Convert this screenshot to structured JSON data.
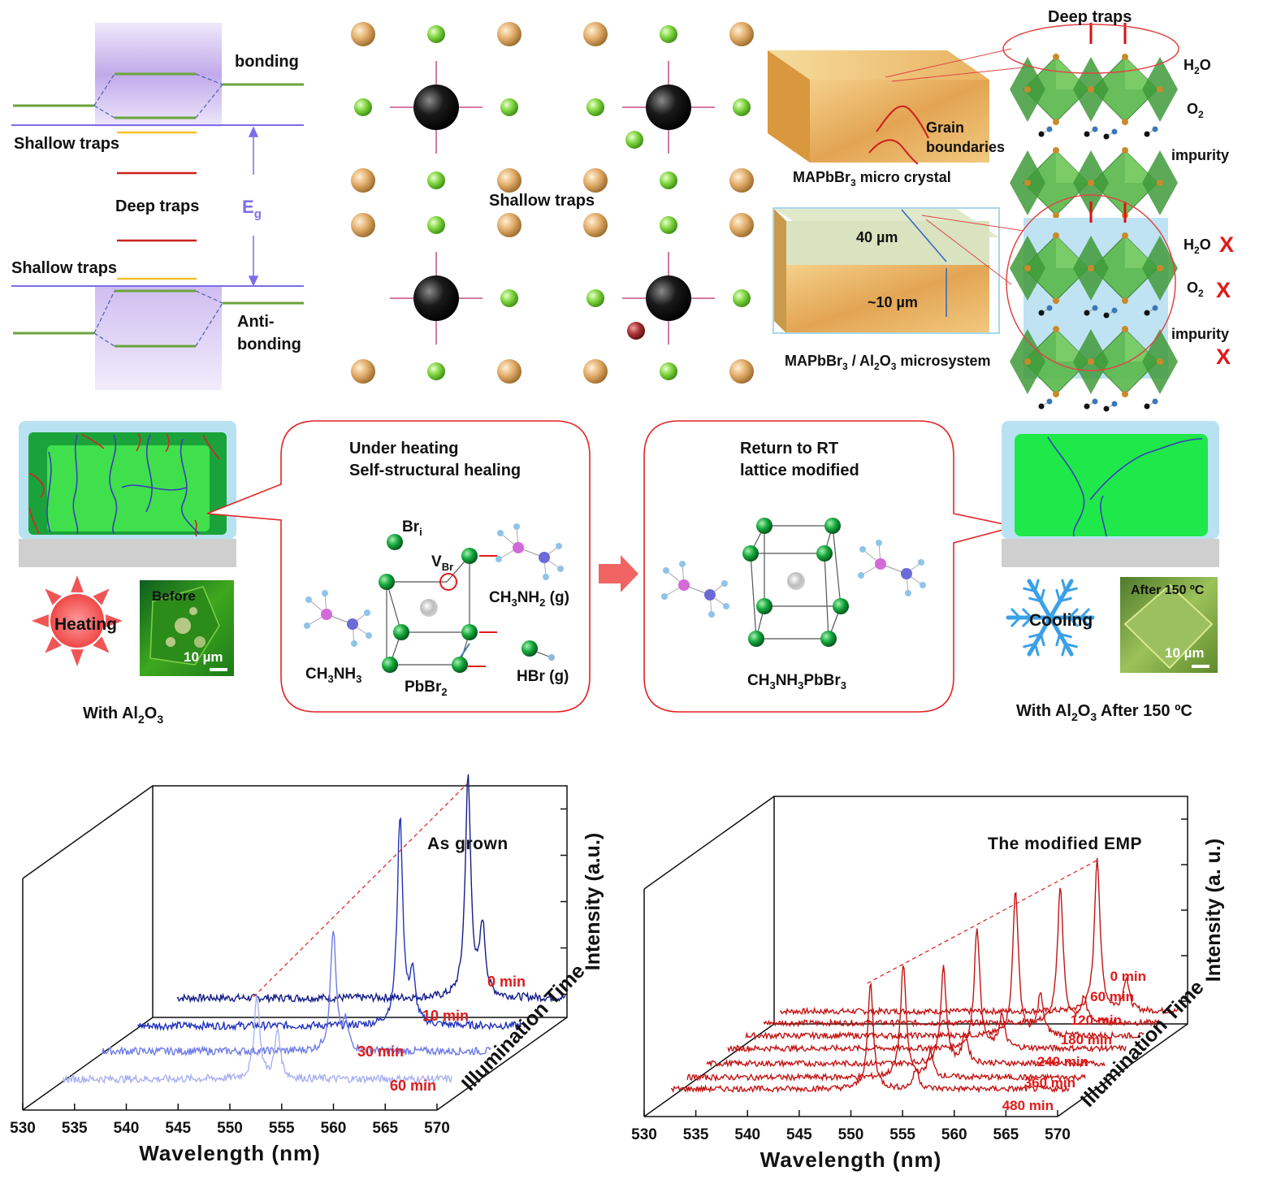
{
  "panel_band": {
    "bonding": "bonding",
    "antibonding_1": "Anti-",
    "antibonding_2": "bonding",
    "shallow_top": "Shallow traps",
    "shallow_bottom": "Shallow traps",
    "deep": "Deep traps",
    "eg_main": "E",
    "eg_sub": "g"
  },
  "panel_lattice": {
    "shallow_traps": "Shallow traps"
  },
  "panel_crystal": {
    "deep_traps": "Deep traps",
    "grain_1": "Grain",
    "grain_2": "boundaries",
    "h2o_main": "H",
    "h2o_sub": "2",
    "h2o_tail": "O",
    "o2_main": "O",
    "o2_sub": "2",
    "impurity": "impurity",
    "micro_main": "MAPbBr",
    "micro_sub": "3",
    "micro_tail": " micro crystal",
    "thick_top": "40 µm",
    "thick_bottom": "~10 µm",
    "sys_a": "MAPbBr",
    "sys_a_sub": "3",
    "sys_b": " / Al",
    "sys_b_sub": "2",
    "sys_c": "O",
    "sys_c_sub": "3",
    "sys_d": " microsystem",
    "cross": "X"
  },
  "panel_heal": {
    "heating": "Heating",
    "before": "Before",
    "scale_left": "10 µm",
    "with_al_main": "With Al",
    "with_al_sub1": "2",
    "with_al_o": "O",
    "with_al_sub2": "3",
    "box1_line1": "Under heating",
    "box1_line2": "Self-structural healing",
    "bri_main": "Br",
    "bri_sub": "i",
    "vbr_main": "V",
    "vbr_sub": "Br",
    "ch3nh2_a": "CH",
    "ch3nh2_s1": "3",
    "ch3nh2_b": "NH",
    "ch3nh2_s2": "2",
    "ch3nh2_c": " (g)",
    "ch3nh3_a": "CH",
    "ch3nh3_s1": "3",
    "ch3nh3_b": "NH",
    "ch3nh3_s2": "3",
    "pbbr2_a": "PbBr",
    "pbbr2_s": "2",
    "hbr": "HBr (g)",
    "box2_line1": "Return to RT",
    "box2_line2": "lattice modified",
    "mapbbr_a": "CH",
    "mapbbr_s1": "3",
    "mapbbr_b": "NH",
    "mapbbr_s2": "3",
    "mapbbr_c": "PbBr",
    "mapbbr_s3": "3",
    "cooling": "Cooling",
    "after": "After 150 ºC",
    "scale_right": "10 µm",
    "with_al_after_a": "With Al",
    "with_al_after_s1": "2",
    "with_al_after_b": "O",
    "with_al_after_s2": "3",
    "with_al_after_c": " After 150 ºC"
  },
  "colors": {
    "green_level": "#6aa33c",
    "purple_level": "#7b6ee8",
    "red_level": "#cc1f1f",
    "yellow_level": "#f5c02a",
    "band_fill": "#c9b5ee",
    "pb": "#111111",
    "br": "#7ed43e",
    "ma": "#e2ad6a",
    "spec_left": "#1f2aa3",
    "spec_right": "#c41414"
  },
  "chart_data": [
    {
      "type": "line",
      "title": "As grown",
      "xlabel": "Wavelength (nm)",
      "ylabel": "Intensity (a.u.)",
      "zlabel": "Illumination Time",
      "xlim": [
        530,
        570
      ],
      "xticks": [
        530,
        535,
        540,
        545,
        550,
        555,
        560,
        565,
        570
      ],
      "series": [
        {
          "name": "0 min",
          "color": "#141e87",
          "peaks": [
            [
              560.6,
              1.0
            ],
            [
              562.0,
              0.32
            ]
          ]
        },
        {
          "name": "10 min",
          "color": "#2233bb",
          "peaks": [
            [
              557.8,
              0.95
            ],
            [
              559.0,
              0.22
            ]
          ]
        },
        {
          "name": "30 min",
          "color": "#6f7ce6",
          "peaks": [
            [
              554.8,
              0.55
            ],
            [
              556.0,
              0.12
            ]
          ]
        },
        {
          "name": "60 min",
          "color": "#a9b1f2",
          "peaks": [
            [
              551.2,
              0.38
            ],
            [
              553.2,
              0.22
            ]
          ]
        }
      ]
    },
    {
      "type": "line",
      "title": "The modified EMP",
      "xlabel": "Wavelength (nm)",
      "ylabel": "Intensity (a. u.)",
      "zlabel": "Illumination Time",
      "xlim": [
        530,
        570
      ],
      "xticks": [
        530,
        535,
        540,
        545,
        550,
        555,
        560,
        565,
        570
      ],
      "series": [
        {
          "name": "0 min",
          "color": "#c41414",
          "peaks": [
            [
              562.2,
              0.95
            ],
            [
              565.0,
              0.2
            ]
          ]
        },
        {
          "name": "60 min",
          "color": "#c41414",
          "peaks": [
            [
              560.2,
              0.85
            ],
            [
              562.5,
              0.15
            ]
          ]
        },
        {
          "name": "120 min",
          "color": "#c41414",
          "peaks": [
            [
              557.6,
              0.9
            ],
            [
              560.0,
              0.25
            ]
          ]
        },
        {
          "name": "180 min",
          "color": "#c41414",
          "peaks": [
            [
              555.6,
              0.75
            ],
            [
              558.0,
              0.2
            ]
          ]
        },
        {
          "name": "240 min",
          "color": "#c41414",
          "peaks": [
            [
              554.4,
              0.6
            ],
            [
              556.5,
              0.18
            ]
          ]
        },
        {
          "name": "360 min",
          "color": "#c41414",
          "peaks": [
            [
              552.4,
              0.7
            ],
            [
              555.0,
              0.15
            ]
          ]
        },
        {
          "name": "480 min",
          "color": "#c41414",
          "peaks": [
            [
              550.8,
              0.65
            ],
            [
              555.2,
              0.12
            ]
          ]
        }
      ]
    }
  ]
}
